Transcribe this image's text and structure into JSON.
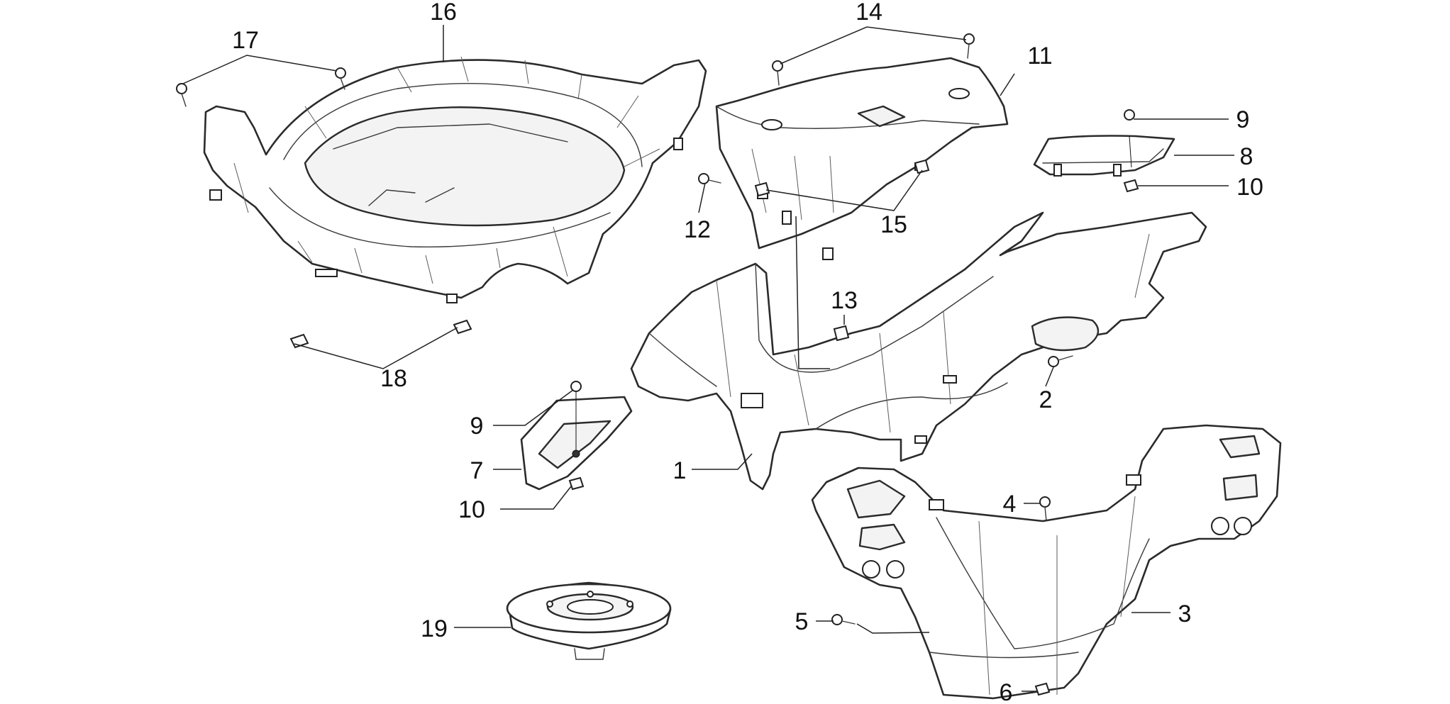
{
  "callouts": [
    {
      "id": "1",
      "label": "1"
    },
    {
      "id": "2",
      "label": "2"
    },
    {
      "id": "3",
      "label": "3"
    },
    {
      "id": "4",
      "label": "4"
    },
    {
      "id": "5",
      "label": "5"
    },
    {
      "id": "6",
      "label": "6"
    },
    {
      "id": "7",
      "label": "7"
    },
    {
      "id": "8",
      "label": "8"
    },
    {
      "id": "9a",
      "label": "9"
    },
    {
      "id": "9b",
      "label": "9"
    },
    {
      "id": "10a",
      "label": "10"
    },
    {
      "id": "10b",
      "label": "10"
    },
    {
      "id": "11",
      "label": "11"
    },
    {
      "id": "12",
      "label": "12"
    },
    {
      "id": "13",
      "label": "13"
    },
    {
      "id": "14",
      "label": "14"
    },
    {
      "id": "15",
      "label": "15"
    },
    {
      "id": "16",
      "label": "16"
    },
    {
      "id": "17",
      "label": "17"
    },
    {
      "id": "18",
      "label": "18"
    },
    {
      "id": "19",
      "label": "19"
    }
  ]
}
